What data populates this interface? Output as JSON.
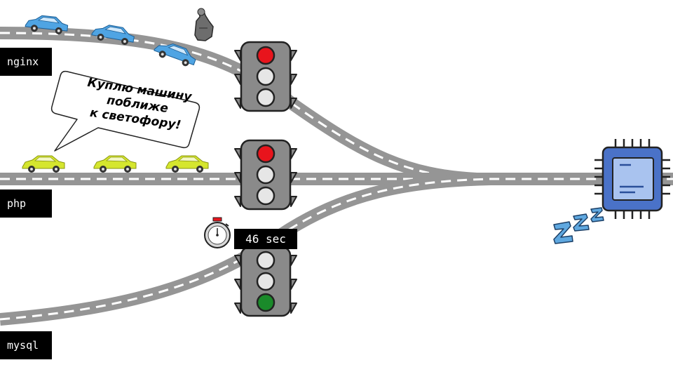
{
  "lanes": {
    "nginx": {
      "label": "nginx"
    },
    "php": {
      "label": "php"
    },
    "mysql": {
      "label": "mysql"
    }
  },
  "speech_bubble": {
    "line1": "Куплю машину",
    "line2": "поближе",
    "line3": "к светофору!"
  },
  "timer": {
    "value": "46 sec"
  },
  "traffic_lights": {
    "nginx": [
      "red",
      "off",
      "off"
    ],
    "php": [
      "red",
      "off",
      "off"
    ],
    "mysql": [
      "off",
      "off",
      "green"
    ]
  },
  "colors": {
    "road": "#959595",
    "dash": "#ffffff",
    "red": "#e8141c",
    "green": "#1a8a2a",
    "off": "#e6e6e6",
    "blue_car": "#4fa4e3",
    "yellow_car": "#d5e62e",
    "cpu_blue": "#4a72c8",
    "zzz": "#5fa8e0"
  },
  "icons": [
    "car-icon",
    "hand-icon",
    "stopwatch-icon",
    "cpu-icon",
    "sleep-icon",
    "traffic-light-icon"
  ]
}
